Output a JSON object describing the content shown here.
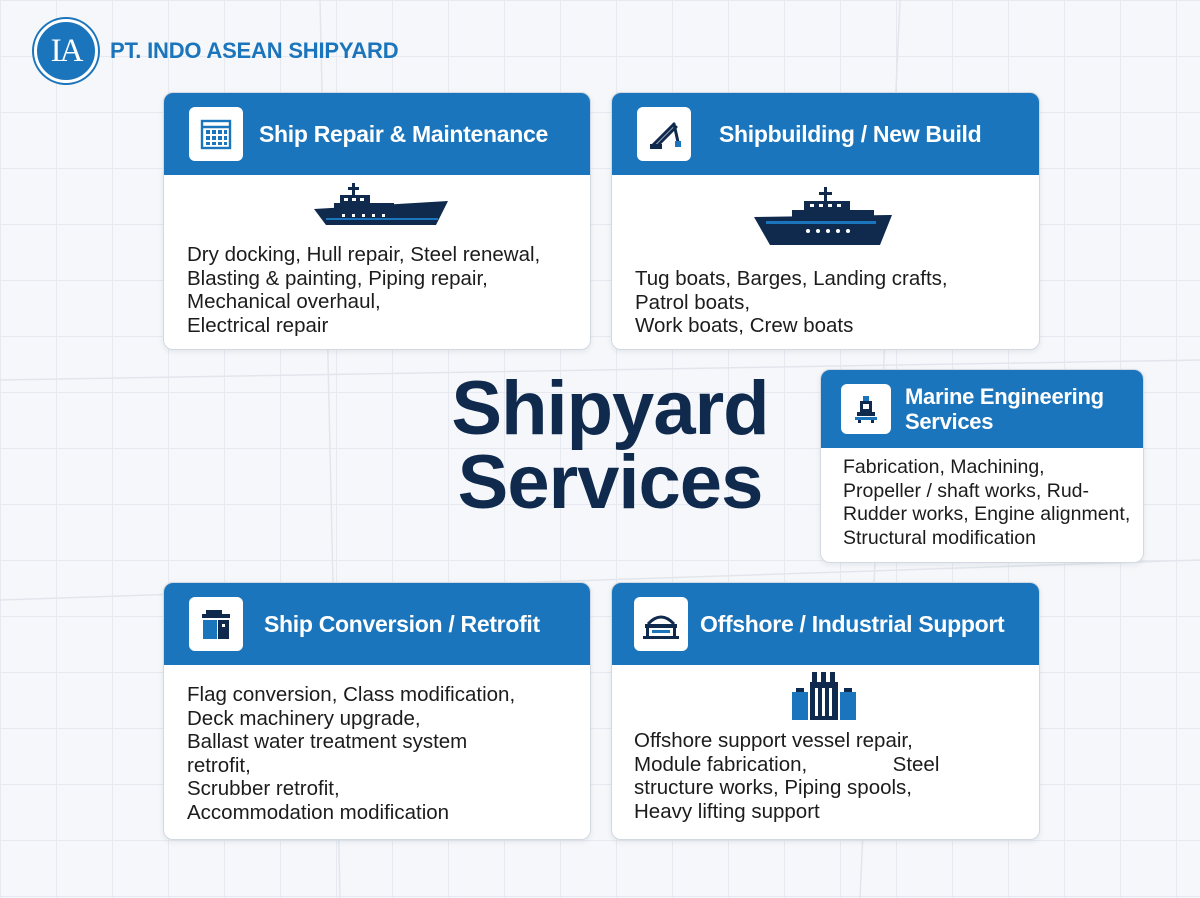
{
  "brand": {
    "logo_initials": "IA",
    "company_name": "PT. INDO ASEAN SHIPYARD",
    "accent_color": "#1b75bc",
    "navy_color": "#0f2a4d"
  },
  "hero": {
    "title_line1": "Shipyard",
    "title_line2": "Services"
  },
  "cards": {
    "ship_repair": {
      "title": "Ship Repair & Maintenance",
      "icon": "calendar-grid-icon",
      "illustration": "ship-icon",
      "description": "Dry docking, Hull repair, Steel renewal,\nBlasting & painting, Piping repair,\nMechanical overhaul,\nElectrical repair"
    },
    "shipbuilding": {
      "title": "Shipbuilding / New Build",
      "icon": "crane-icon",
      "illustration": "vessel-icon",
      "description": "Tug boats, Barges, Landing crafts,\nPatrol boats,\nWork boats, Crew boats"
    },
    "marine_engineering": {
      "title_line1": "Marine Engineering",
      "title_line2": "Services",
      "icon": "engine-icon",
      "description": "Fabrication, Machining,\nPropeller / shaft works, Rud-\nRudder works, Engine alignment,\nStructural modification"
    },
    "conversion": {
      "title": "Ship Conversion / Retrofit",
      "icon": "block-building-icon",
      "description": "Flag conversion, Class modification,\nDeck machinery upgrade,\nBallast water treatment system\nretrofit,\nScrubber retrofit,\nAccommodation modification"
    },
    "offshore": {
      "title": "Offshore / Industrial Support",
      "icon": "structure-icon",
      "illustration": "industrial-plant-icon",
      "description": "Offshore support vessel repair,\nModule fabrication,               Steel\nstructure works, Piping spools,\nHeavy lifting support"
    }
  }
}
